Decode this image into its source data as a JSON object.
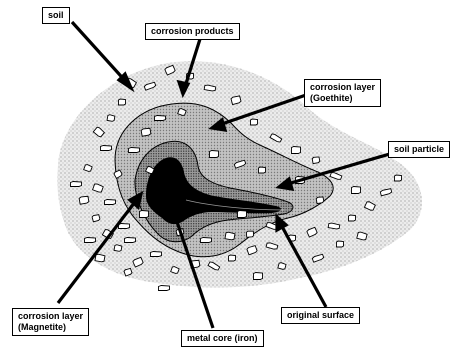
{
  "labels": {
    "soil": "soil",
    "corrosion_products": "corrosion products",
    "goethite_line1": "corrosion layer",
    "goethite_line2": "(Goethite)",
    "soil_particle": "soil particle",
    "magnetite_line1": "corrosion layer",
    "magnetite_line2": "(Magnetite)",
    "metal_core": "metal core (iron)",
    "original_surface": "original surface"
  },
  "colors": {
    "soil_fill": "#e9e9e9",
    "goethite_fill": "#bcbcbc",
    "magnetite_fill": "#8d8d8d",
    "metal_core_fill": "#000000",
    "particle_fill": "#ffffff",
    "outline": "#000000"
  }
}
